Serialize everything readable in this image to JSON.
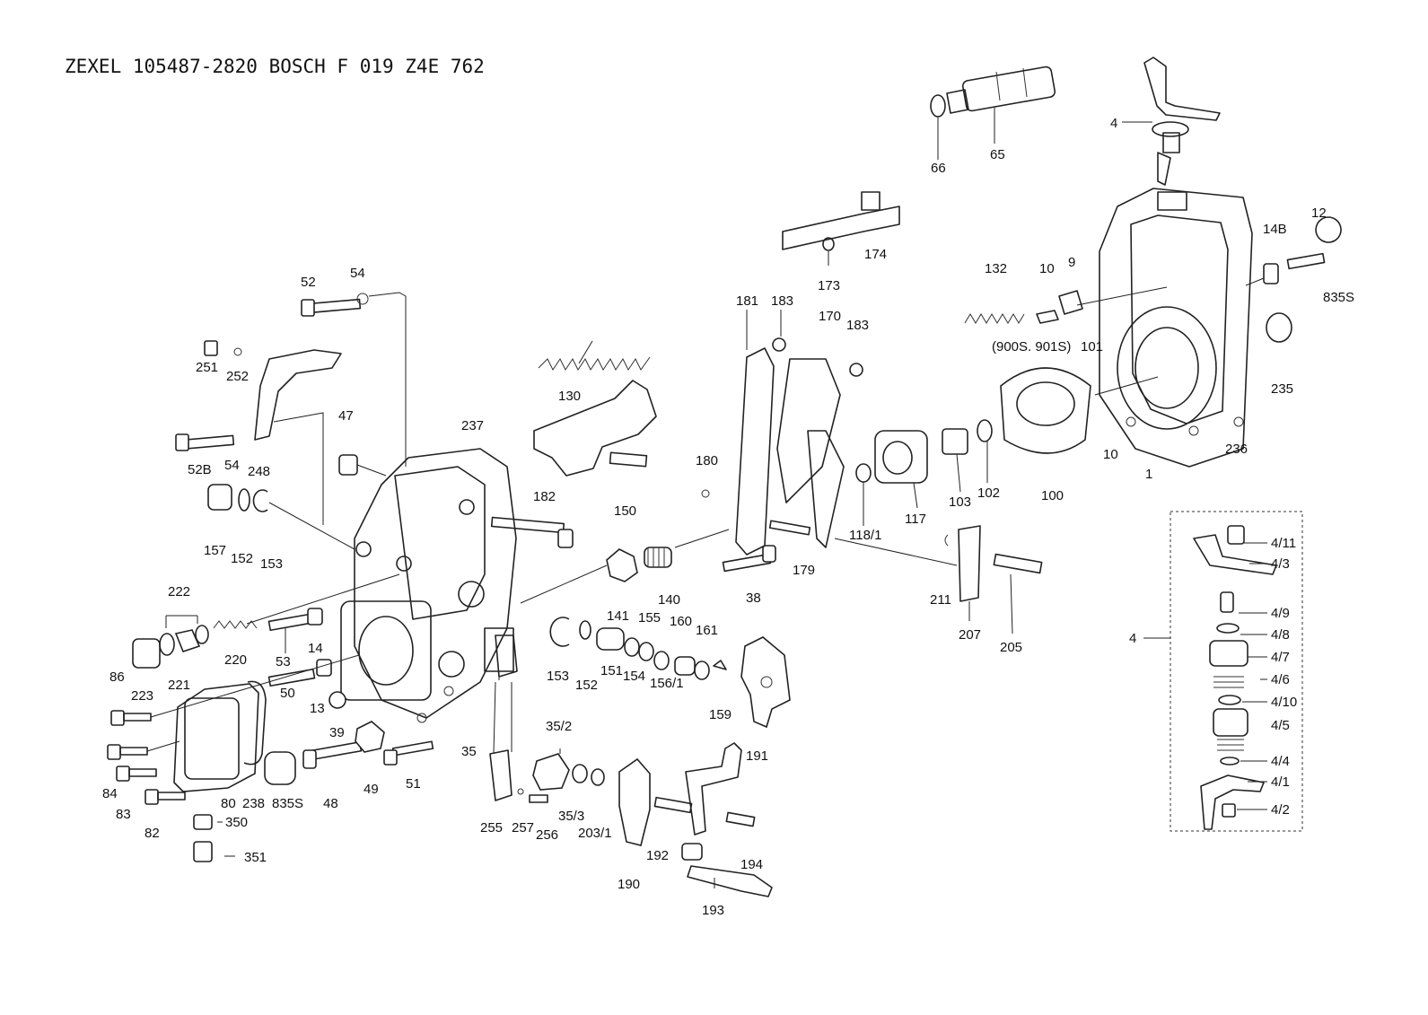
{
  "header": {
    "title": "ZEXEL  105487-2820  BOSCH  F 019 Z4E 762"
  },
  "labels": {
    "l4_top": "4",
    "l65": "65",
    "l66": "66",
    "l12": "12",
    "l14B": "14B",
    "l835S_r": "835S",
    "l174": "174",
    "l173": "173",
    "l132": "132",
    "l10a": "10",
    "l9": "9",
    "l900s": "(900S. 901S)",
    "l101": "101",
    "l235": "235",
    "l236": "236",
    "l10b": "10",
    "l1": "1",
    "l181": "181",
    "l183a": "183",
    "l170": "170",
    "l183b": "183",
    "l52": "52",
    "l54a": "54",
    "l251": "251",
    "l252": "252",
    "l47": "47",
    "l237": "237",
    "l52B": "52B",
    "l54b": "54",
    "l248": "248",
    "l130": "130",
    "l150": "150",
    "l180": "180",
    "l182": "182",
    "l157": "157",
    "l152a": "152",
    "l153a": "153",
    "l118": "118/1",
    "l117": "117",
    "l103": "103",
    "l102": "102",
    "l100": "100",
    "l179": "179",
    "l38": "38",
    "l211": "211",
    "l207": "207",
    "l205": "205",
    "l222": "222",
    "l220": "220",
    "l221": "221",
    "l223": "223",
    "l86": "86",
    "l53": "53",
    "l14": "14",
    "l50": "50",
    "l13": "13",
    "l39": "39",
    "l141": "141",
    "l140": "140",
    "l155": "155",
    "l160": "160",
    "l161": "161",
    "l153b": "153",
    "l152b": "152",
    "l151": "151",
    "l154": "154",
    "l156": "156/1",
    "l159": "159",
    "l191": "191",
    "l35": "35",
    "l48": "48",
    "l49": "49",
    "l51": "51",
    "l84": "84",
    "l83": "83",
    "l82": "82",
    "l80": "80",
    "l238": "238",
    "l835S_l": "835S",
    "l350": "350",
    "l351": "351",
    "l35_2": "35/2",
    "l35_3": "35/3",
    "l203": "203/1",
    "l255": "255",
    "l257": "257",
    "l256": "256",
    "l190": "190",
    "l192": "192",
    "l194": "194",
    "l193": "193",
    "l4_11": "4/11",
    "l4_3": "4/3",
    "l4_9": "4/9",
    "l4_8": "4/8",
    "l4_7": "4/7",
    "l4_6": "4/6",
    "l4_10": "4/10",
    "l4_5": "4/5",
    "l4_4": "4/4",
    "l4_1": "4/1",
    "l4_2": "4/2",
    "l4_box": "4"
  }
}
